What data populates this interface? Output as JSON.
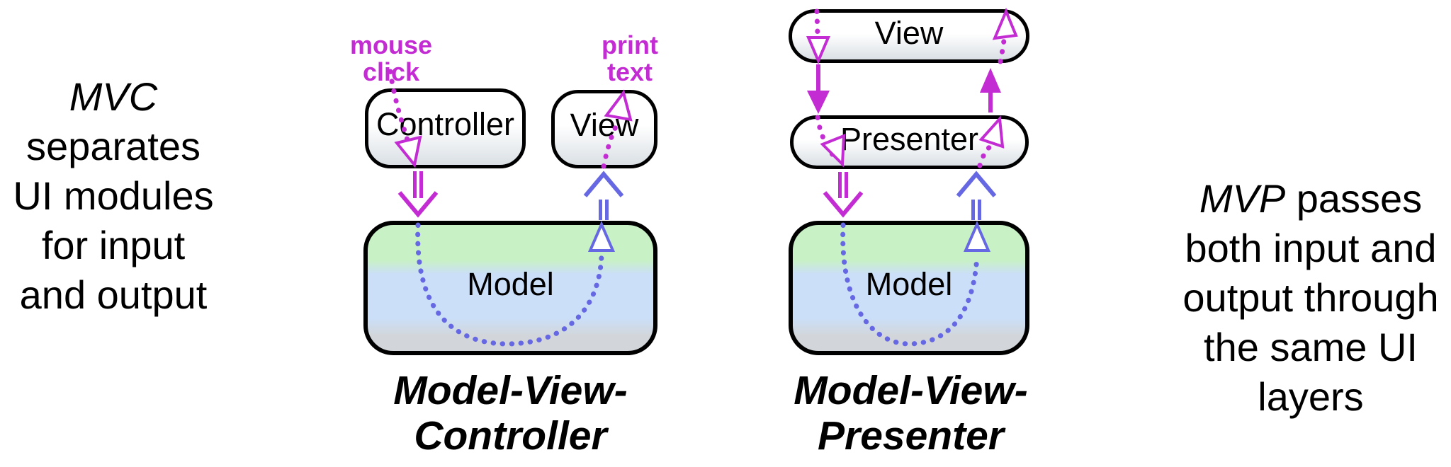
{
  "left_note": {
    "em": "MVC",
    "lines": [
      "separates",
      "UI modules",
      "for input",
      "and output"
    ]
  },
  "right_note": {
    "em": "MVP",
    "rest": " passes",
    "lines": [
      "both input and",
      "output through",
      "the same UI",
      "layers"
    ]
  },
  "mvc": {
    "input_event": {
      "line1": "mouse",
      "line2": "click"
    },
    "output_event": {
      "line1": "print",
      "line2": "text"
    },
    "boxes": {
      "controller": "Controller",
      "view": "View",
      "model": "Model"
    },
    "caption": {
      "line1": "Model-View-",
      "line2": "Controller"
    }
  },
  "mvp": {
    "boxes": {
      "view": "View",
      "presenter": "Presenter",
      "model": "Model"
    },
    "caption": {
      "line1": "Model-View-",
      "line2": "Presenter"
    }
  },
  "colors": {
    "event_magenta": "#C32CD3",
    "flow_blue": "#6668E3",
    "box_outline": "#000000",
    "box_fill_top": "#FFFFFF",
    "box_fill_bottom": "#DAE0E5",
    "model_green": "#C8F1C6",
    "model_blue": "#CBDFF8",
    "model_gray": "#D2D6DA"
  }
}
